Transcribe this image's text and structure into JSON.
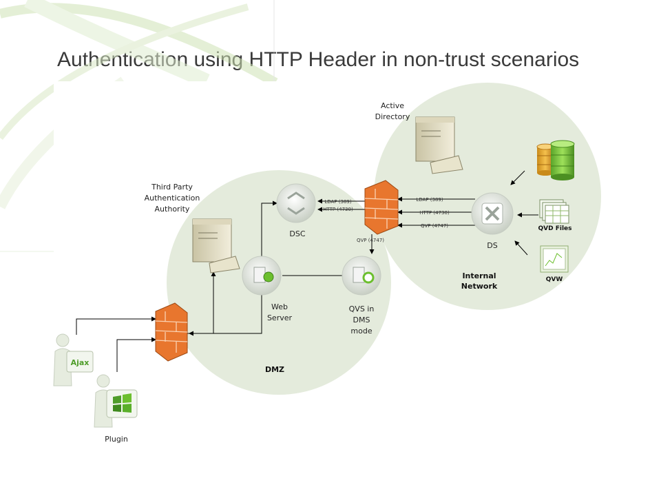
{
  "slide": {
    "title": "Authentication using HTTP Header in non-trust scenarios"
  },
  "diagram": {
    "zones": {
      "dmz": "DMZ",
      "internal_line1": "Internal",
      "internal_line2": "Network"
    },
    "nodes": {
      "active_directory_line1": "Active",
      "active_directory_line2": "Directory",
      "third_party_line1": "Third Party",
      "third_party_line2": "Authentication",
      "third_party_line3": "Authority",
      "dsc": "DSC",
      "web_server_line1": "Web",
      "web_server_line2": "Server",
      "qvs_line1": "QVS in",
      "qvs_line2": "DMS",
      "qvs_line3": "mode",
      "ds": "DS",
      "qvd_files": "QVD Files",
      "qvw": "QVW",
      "plugin": "Plugin",
      "ajax": "Ajax"
    },
    "links": {
      "ldap_left": "LDAP (389)",
      "http_left": "HTTP (4730)",
      "qvp_down": "QVP (4747)",
      "ldap_right": "LDAP (389)",
      "http_right": "HTTP (4730)",
      "qvp_right": "QVP (4747)"
    },
    "colors": {
      "zone_fill": "#e4ebdc",
      "firewall": "#e8762e",
      "title_text": "#3a3a3a",
      "accent_green": "#6cbf2e"
    }
  }
}
